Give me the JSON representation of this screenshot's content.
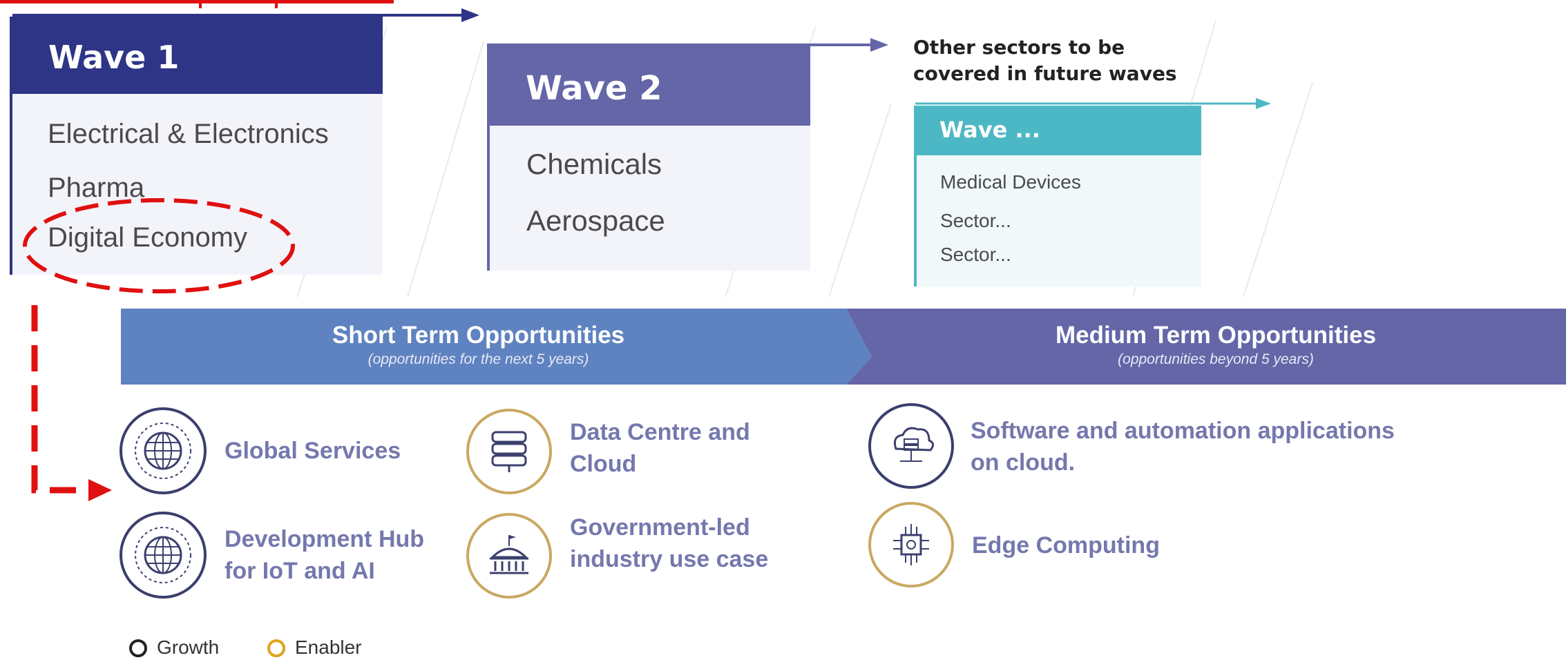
{
  "waves": [
    {
      "title": "Wave 1",
      "items": [
        "Electrical & Electronics",
        "Pharma",
        "Digital Economy"
      ]
    },
    {
      "title": "Wave 2",
      "items": [
        "Chemicals",
        "Aerospace"
      ]
    },
    {
      "title": "Wave ...",
      "items": [
        "Medical Devices",
        "Sector...",
        "Sector..."
      ]
    }
  ],
  "other_sectors_note": [
    "Other sectors to be",
    "covered in future waves"
  ],
  "banners": {
    "short": {
      "title": "Short Term Opportunities",
      "subtitle": "(opportunities for the next 5 years)"
    },
    "medium": {
      "title": "Medium Term Opportunities",
      "subtitle": "(opportunities beyond 5 years)"
    }
  },
  "opportunities": [
    {
      "lines": [
        "Global Services"
      ],
      "kind": "growth",
      "icon": "globe-icon"
    },
    {
      "lines": [
        "Data Centre and",
        "Cloud"
      ],
      "kind": "enabler",
      "icon": "server-stack-icon"
    },
    {
      "lines": [
        "Software and automation applications",
        "on cloud."
      ],
      "kind": "growth",
      "icon": "cloud-server-icon"
    },
    {
      "lines": [
        "Development Hub",
        "for IoT and AI"
      ],
      "kind": "growth",
      "icon": "globe-icon"
    },
    {
      "lines": [
        "Government-led",
        "industry use case"
      ],
      "kind": "enabler",
      "icon": "government-building-icon"
    },
    {
      "lines": [
        "Edge Computing"
      ],
      "kind": "enabler",
      "icon": "chip-icon"
    }
  ],
  "legend": {
    "growth": "Growth",
    "enabler": "Enabler"
  },
  "colors": {
    "wave1": "#2e3486",
    "wave2": "#6466a8",
    "wave_future": "#4db8c5",
    "short_banner": "#5f82c0",
    "medium_banner": "#6466a8",
    "growth": "#3b3f6e",
    "enabler": "#c9a861",
    "highlight": "#e01010"
  }
}
